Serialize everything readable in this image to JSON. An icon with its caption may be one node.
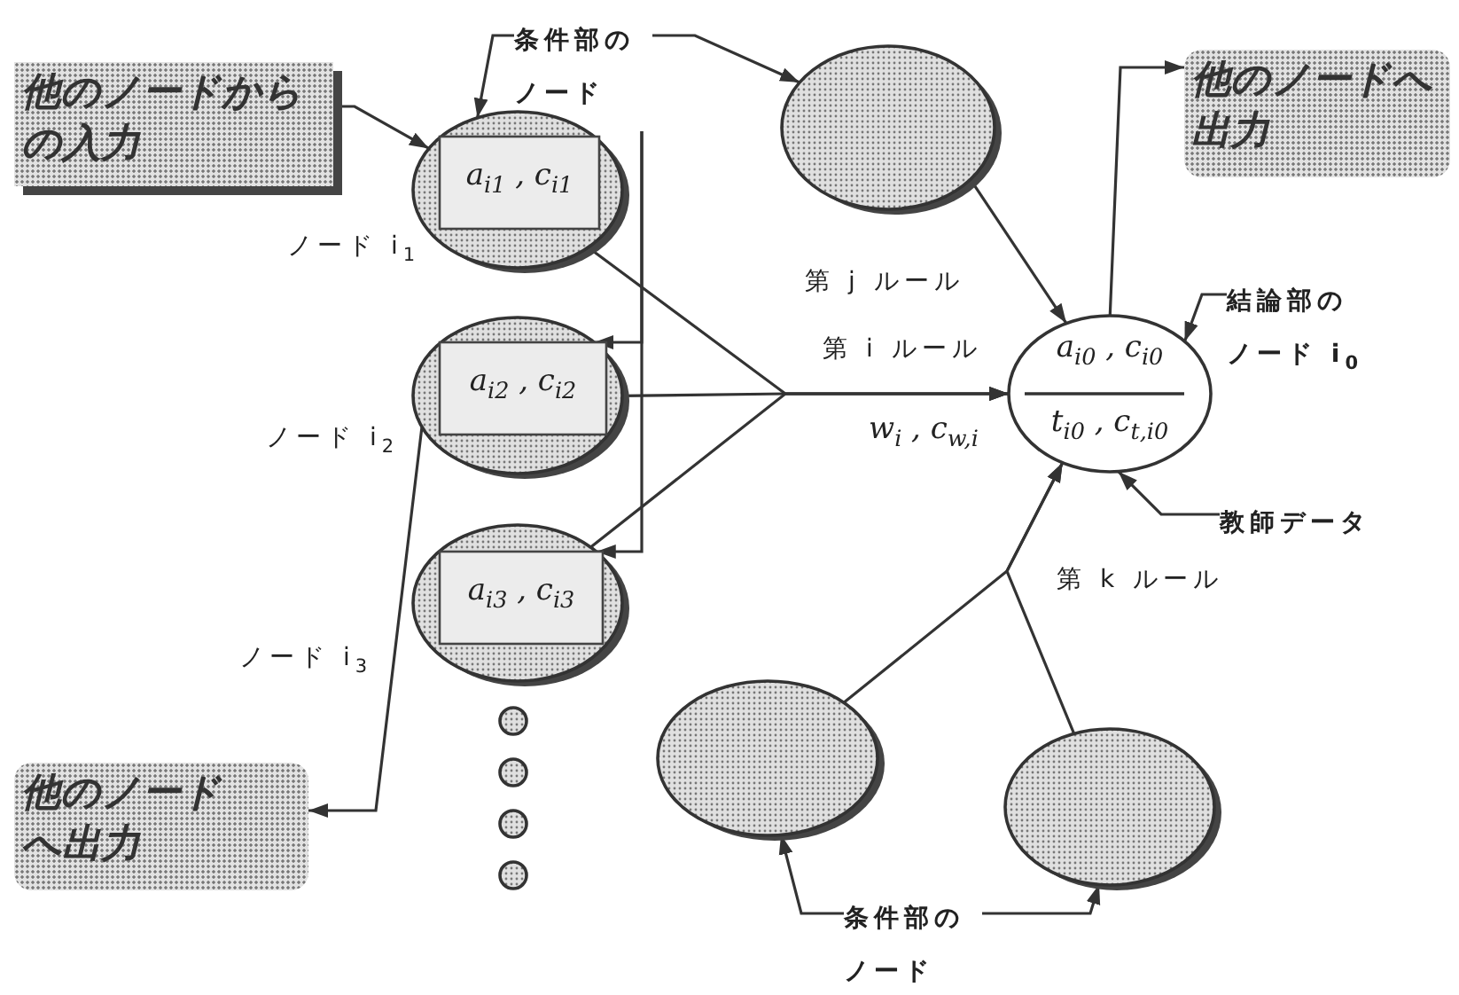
{
  "diagram": {
    "nodes": [
      {
        "text": [
          "他のノードからの入力"
        ]
      },
      {
        "text": [
          "a$_{i1}$ , c$_{i1}$"
        ],
        "beside": [
          "ノード i$_{1}$"
        ]
      },
      {
        "text": [
          "a$_{i2}$ , c$_{i2}$"
        ],
        "beside": [
          "ノード i$_{2}$"
        ]
      },
      {
        "text": [
          "a$_{i3}$ , c$_{i3}$"
        ],
        "beside": [
          "ノード i$_{3}$"
        ]
      },
      {
        "text": [],
        "shape": "circle"
      },
      {
        "text": [],
        "shape": "circle"
      },
      {
        "text": [],
        "shape": "circle"
      },
      {
        "text": [],
        "shape": "circle"
      },
      {
        "text": [],
        "shape": "circle"
      },
      {
        "text": [
          "a$_{i0}$ , c$_{i0}$",
          "t$_{i0}$ , c$_{t,i0}$"
        ]
      },
      {
        "text": [
          "他のノードへ出力"
        ]
      },
      {
        "text": [
          "他のノードへ出力"
        ]
      },
      {
        "text": [],
        "shape": "circle"
      },
      {
        "text": [],
        "shape": "circle"
      },
      {
        "text": [
          "条件部のノード"
        ]
      },
      {
        "text": [
          "結論部のノード i$_{0}$"
        ]
      },
      {
        "text": [
          "教師データ"
        ]
      },
      {
        "text": [
          "条件部のノード"
        ]
      }
    ],
    "edges": [
      {
        "from": 0,
        "to": 1,
        "arrow": "to"
      },
      {
        "from": 1,
        "to": 9,
        "arrow": "to"
      },
      {
        "from": 2,
        "to": 9,
        "arrow": "to",
        "label": "第 i ルール"
      },
      {
        "from": 3,
        "to": 9,
        "arrow": "to"
      },
      {
        "from": 2,
        "to": 11,
        "arrow": "to"
      },
      {
        "from": 8,
        "to": 9,
        "arrow": "to",
        "label": "第 j ルール"
      },
      {
        "from": 9,
        "to": 10,
        "arrow": "to"
      },
      {
        "from": 12,
        "to": 9,
        "arrow": "to",
        "label": "第 k ルール"
      },
      {
        "from": 13,
        "to": 9,
        "arrow": "to"
      },
      {
        "from": 14,
        "to": 1,
        "arrow": "to"
      },
      {
        "from": 14,
        "to": 8,
        "arrow": "to"
      },
      {
        "from": 14,
        "to": 2,
        "arrow": "to"
      },
      {
        "from": 14,
        "to": 3,
        "arrow": "to"
      },
      {
        "from": 15,
        "to": 9,
        "arrow": "to"
      },
      {
        "from": 16,
        "to": 9,
        "arrow": "to"
      },
      {
        "from": 17,
        "to": 12,
        "arrow": "to"
      },
      {
        "from": 17,
        "to": 13,
        "arrow": "to"
      }
    ],
    "labels": [
      "w$_{i}$ , c$_{w,i}$"
    ]
  }
}
